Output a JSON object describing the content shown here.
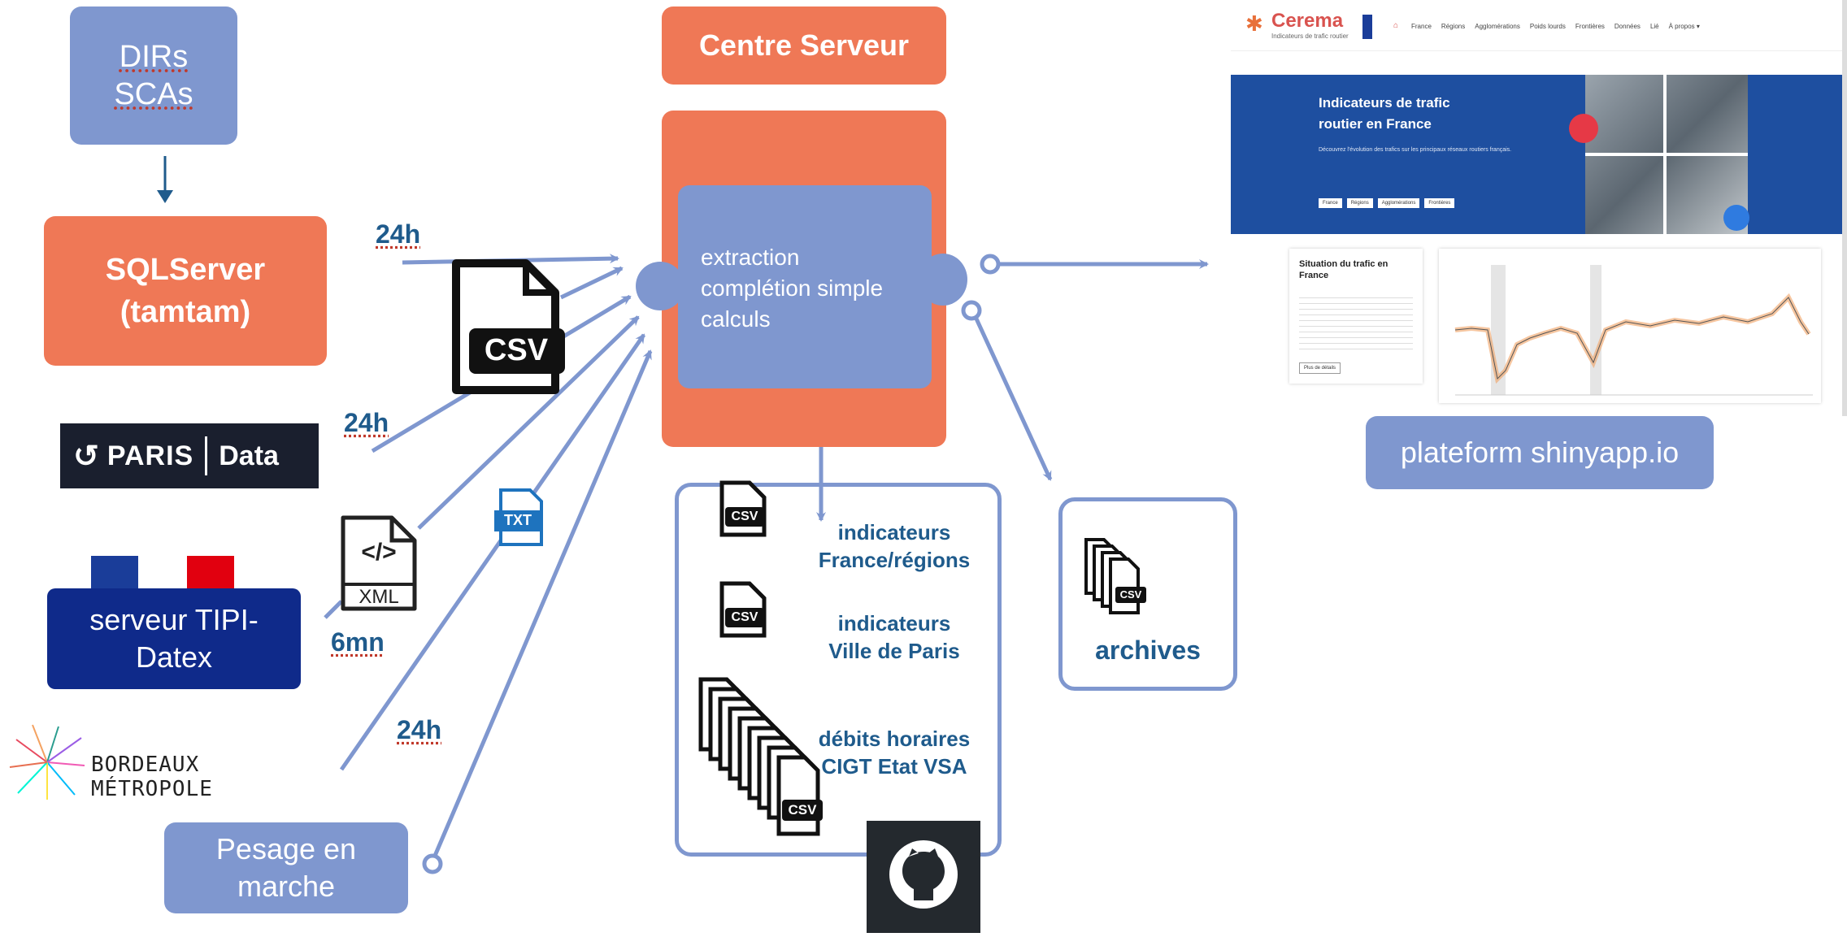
{
  "sources": {
    "dirs": "DIRs\nSCAs",
    "sqlserver": "SQLServer\n(tamtam)",
    "parisdata_left": "PARIS",
    "parisdata_right": "Data",
    "tipi": "serveur TIPI-\nDatex",
    "bordeaux": "BORDEAUX MÉTROPOLE",
    "pesage": "Pesage en\nmarche"
  },
  "frequencies": {
    "sql": "24h",
    "paris": "24h",
    "tipi": "6mn",
    "bordeaux": "24h"
  },
  "file_icons": {
    "csv": "CSV",
    "xml": "XML",
    "xml_glyph": "</>",
    "txt": "TXT"
  },
  "server": {
    "title": "Centre Serveur",
    "process": "extraction\ncomplétion simple\ncalculs"
  },
  "outputs": {
    "item1": "indicateurs\nFrance/régions",
    "item2": "indicateurs\nVille de Paris",
    "item3": "débits horaires\nCIGT Etat VSA",
    "archives": "archives"
  },
  "platform": {
    "label": "plateform shinyapp.io"
  },
  "website": {
    "brand": "Cerema",
    "brand_sub": "Indicateurs de trafic routier",
    "nav": [
      "France",
      "Régions",
      "Agglomérations",
      "Poids lourds",
      "Frontières",
      "Données",
      "Lié",
      "À propos ▾"
    ],
    "hero_title": "Indicateurs de trafic\nroutier en France",
    "hero_text": "Découvrez l'évolution des trafics sur les principaux réseaux routiers français.",
    "hero_buttons": [
      "France",
      "Régions",
      "Agglomérations",
      "Frontières"
    ],
    "card_title": "Situation du trafic en\nFrance",
    "card_button": "Plus de détails"
  },
  "colors": {
    "blue_box": "#7f97cf",
    "orange_box": "#ef7856",
    "navy_box": "#0f2a8a",
    "arrow": "#7f97cf",
    "dark_text": "#1f5b8c"
  }
}
